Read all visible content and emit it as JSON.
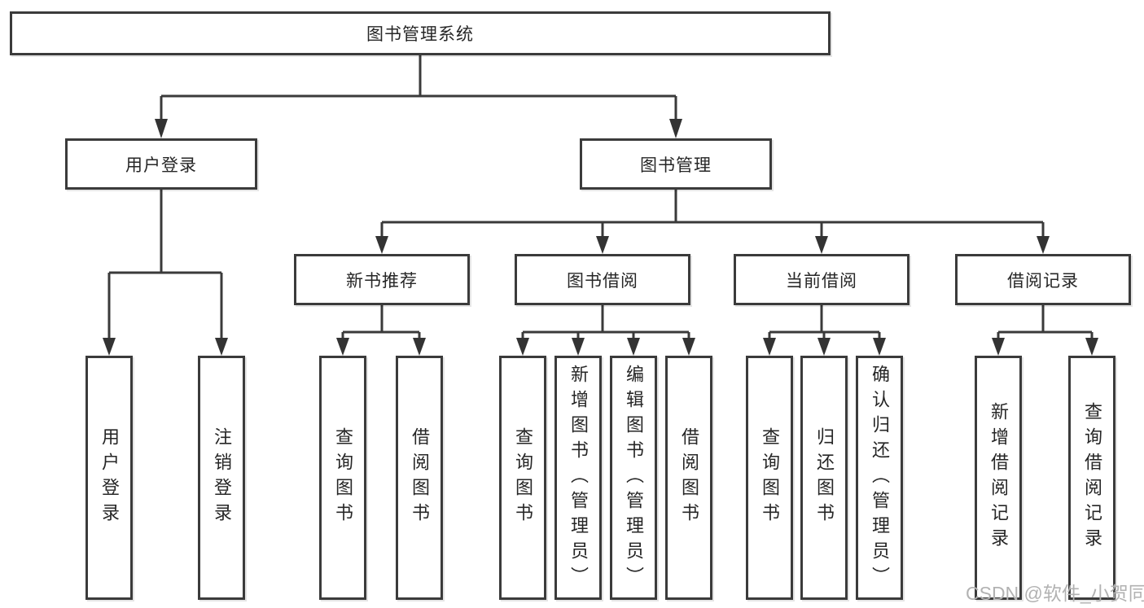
{
  "tree": {
    "root": {
      "label": "图书管理系统"
    },
    "branches": [
      {
        "label": "用户登录",
        "children": [
          {
            "label": "用户登录"
          },
          {
            "label": "注销登录"
          }
        ]
      },
      {
        "label": "图书管理",
        "children": [
          {
            "label": "新书推荐",
            "children": [
              {
                "label": "查询图书"
              },
              {
                "label": "借阅图书"
              }
            ]
          },
          {
            "label": "图书借阅",
            "children": [
              {
                "label": "查询图书"
              },
              {
                "label": "新增图书（管理员）"
              },
              {
                "label": "编辑图书（管理员）"
              },
              {
                "label": "借阅图书"
              }
            ]
          },
          {
            "label": "当前借阅",
            "children": [
              {
                "label": "查询图书"
              },
              {
                "label": "归还图书"
              },
              {
                "label": "确认归还（管理员）"
              }
            ]
          },
          {
            "label": "借阅记录",
            "children": [
              {
                "label": "新增借阅记录"
              },
              {
                "label": "查询借阅记录"
              }
            ]
          }
        ]
      }
    ]
  },
  "watermark": {
    "text": "CSDN @软件_小贺同学"
  },
  "colors": {
    "line": "#3a3a3a",
    "box_border": "#3b3b3b",
    "box_background": "#ffffff",
    "text": "#262626",
    "watermark": "#b2b2b2"
  }
}
